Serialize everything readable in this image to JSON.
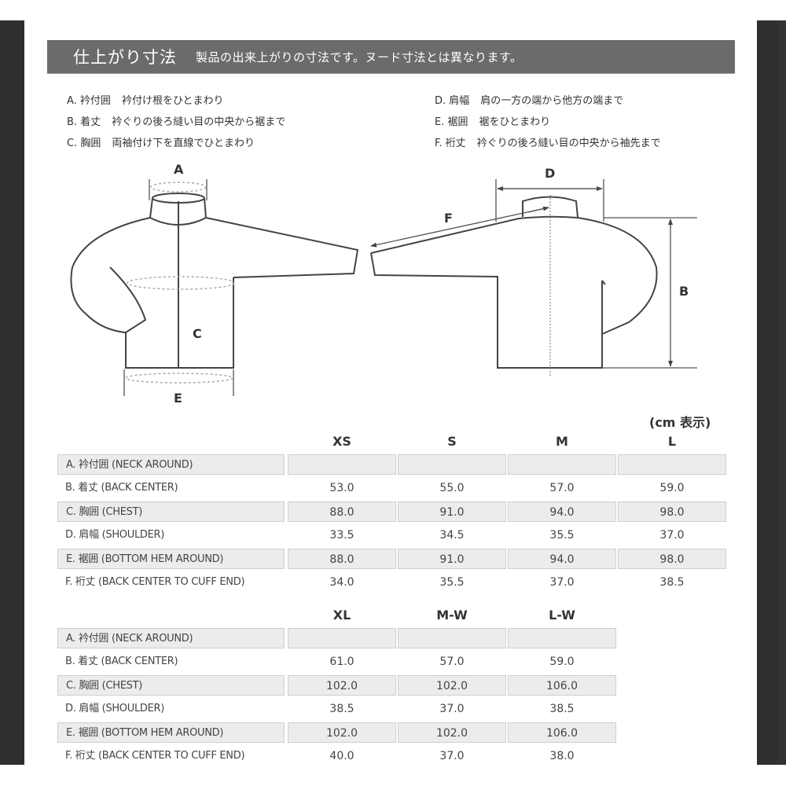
{
  "header": {
    "title": "仕上がり寸法",
    "subtitle": "製品の出来上がりの寸法です。ヌード寸法とは異なります。",
    "bar_color": "#6b6b6b"
  },
  "legend": {
    "left": [
      {
        "code": "A. 衿付囲",
        "desc": "衿付け根をひとまわり"
      },
      {
        "code": "B. 着丈",
        "desc": "衿ぐりの後ろ縫い目の中央から裾まで"
      },
      {
        "code": "C. 胸囲",
        "desc": "両袖付け下を直線でひとまわり"
      }
    ],
    "right": [
      {
        "code": "D. 肩幅",
        "desc": "肩の一方の端から他方の端まで"
      },
      {
        "code": "E. 裾囲",
        "desc": "裾をひとまわり"
      },
      {
        "code": "F. 裄丈",
        "desc": "衿ぐりの後ろ縫い目の中央から袖先まで"
      }
    ]
  },
  "diagram": {
    "front_labels": {
      "a": "A",
      "c": "C",
      "e": "E"
    },
    "back_labels": {
      "d": "D",
      "f": "F",
      "b": "B"
    }
  },
  "unit_note": "(cm 表示)",
  "table1": {
    "sizes": [
      "XS",
      "S",
      "M",
      "L"
    ],
    "rows": [
      {
        "label": "A. 衿付囲 (NECK AROUND)",
        "values": [
          "",
          "",
          "",
          ""
        ]
      },
      {
        "label": "B. 着丈 (BACK CENTER)",
        "values": [
          "53.0",
          "55.0",
          "57.0",
          "59.0"
        ]
      },
      {
        "label": "C. 胸囲 (CHEST)",
        "values": [
          "88.0",
          "91.0",
          "94.0",
          "98.0"
        ]
      },
      {
        "label": "D. 肩幅 (SHOULDER)",
        "values": [
          "33.5",
          "34.5",
          "35.5",
          "37.0"
        ]
      },
      {
        "label": "E. 裾囲 (BOTTOM HEM AROUND)",
        "values": [
          "88.0",
          "91.0",
          "94.0",
          "98.0"
        ]
      },
      {
        "label": "F. 裄丈 (BACK CENTER TO CUFF END)",
        "values": [
          "34.0",
          "35.5",
          "37.0",
          "38.5"
        ]
      }
    ]
  },
  "table2": {
    "sizes": [
      "XL",
      "M-W",
      "L-W"
    ],
    "rows": [
      {
        "label": "A. 衿付囲 (NECK AROUND)",
        "values": [
          "",
          "",
          ""
        ]
      },
      {
        "label": "B. 着丈 (BACK CENTER)",
        "values": [
          "61.0",
          "57.0",
          "59.0"
        ]
      },
      {
        "label": "C. 胸囲 (CHEST)",
        "values": [
          "102.0",
          "102.0",
          "106.0"
        ]
      },
      {
        "label": "D. 肩幅 (SHOULDER)",
        "values": [
          "38.5",
          "37.0",
          "38.5"
        ]
      },
      {
        "label": "E. 裾囲 (BOTTOM HEM AROUND)",
        "values": [
          "102.0",
          "102.0",
          "106.0"
        ]
      },
      {
        "label": "F. 裄丈 (BACK CENTER TO CUFF END)",
        "values": [
          "40.0",
          "37.0",
          "38.0"
        ]
      }
    ]
  }
}
